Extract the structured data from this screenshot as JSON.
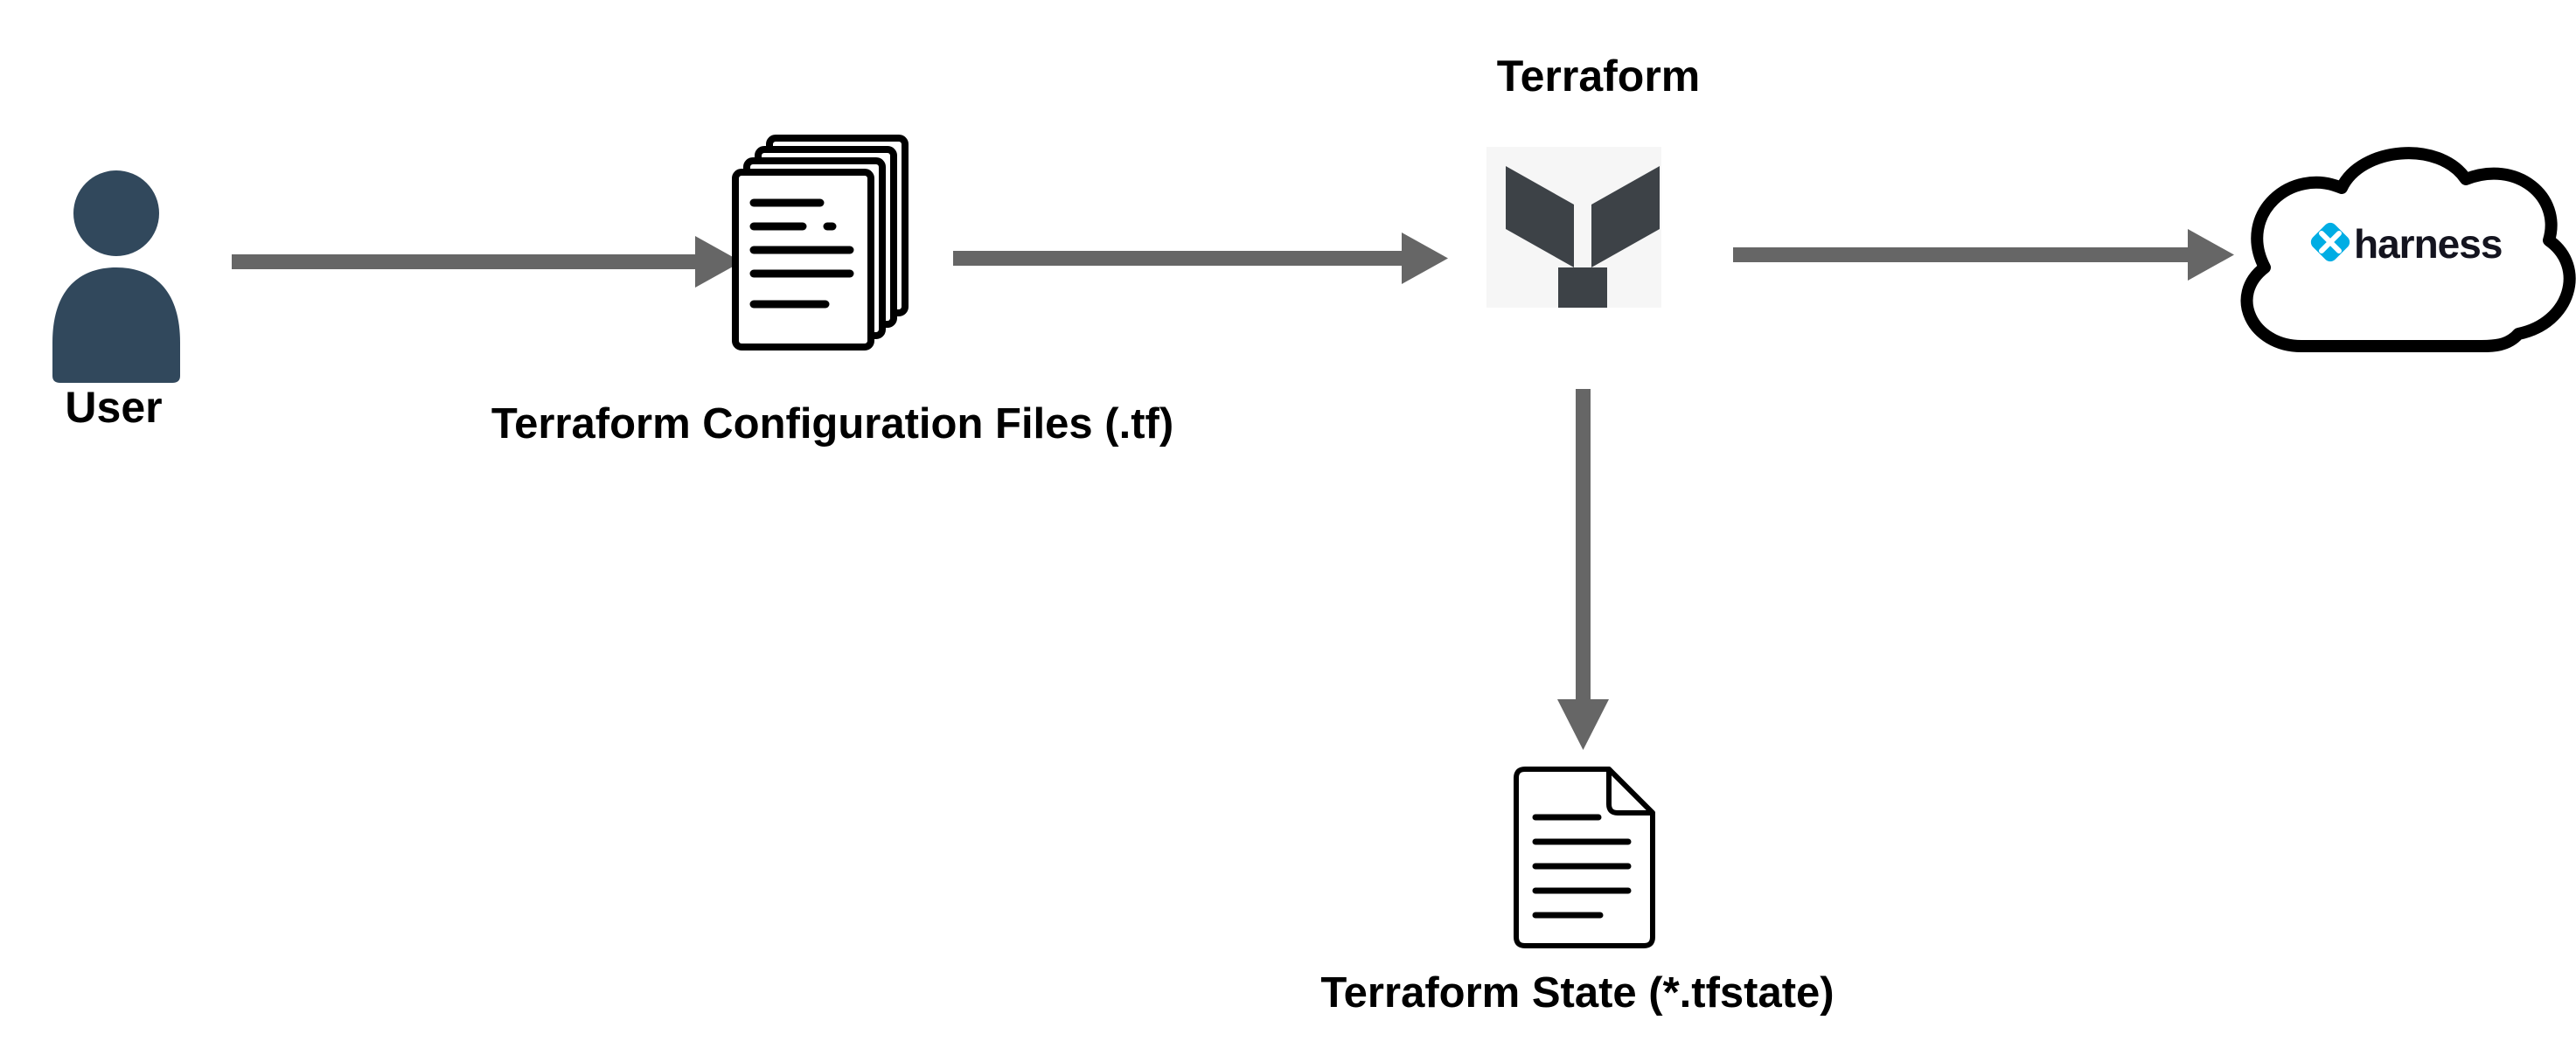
{
  "diagram": {
    "title": "Terraform workflow diagram",
    "nodes": {
      "user": {
        "label": "User"
      },
      "config_files": {
        "label": "Terraform Configuration Files (.tf)"
      },
      "terraform": {
        "label": "Terraform"
      },
      "harness": {
        "label": "harness"
      },
      "state": {
        "label": "Terraform State (*.tfstate)"
      }
    },
    "edges": [
      {
        "from": "user",
        "to": "config_files"
      },
      {
        "from": "config_files",
        "to": "terraform"
      },
      {
        "from": "terraform",
        "to": "harness"
      },
      {
        "from": "terraform",
        "to": "state"
      }
    ],
    "colors": {
      "arrow": "#666666",
      "user_icon": "#31485C",
      "terraform_logo": "#3D4247",
      "terraform_bg": "#f6f6f6",
      "harness_accent": "#00ADE4",
      "outline": "#000000",
      "doc_fill": "#ffffff",
      "background": "#ffffff",
      "text": "#000000"
    }
  }
}
